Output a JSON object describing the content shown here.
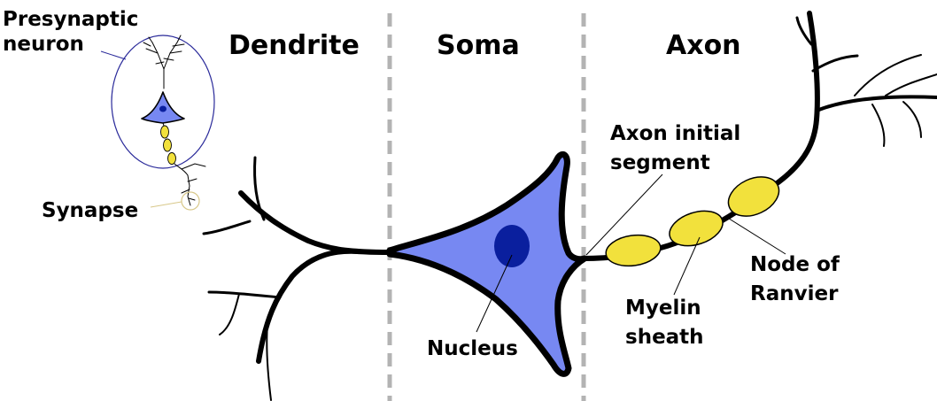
{
  "section_labels": {
    "dendrite": "Dendrite",
    "soma": "Soma",
    "axon": "Axon"
  },
  "callouts": {
    "presynaptic_line1": "Presynaptic",
    "presynaptic_line2": "neuron",
    "synapse": "Synapse",
    "axon_initial_line1": "Axon initial",
    "axon_initial_line2": "segment",
    "nucleus": "Nucleus",
    "myelin_line1": "Myelin",
    "myelin_line2": "sheath",
    "node_line1": "Node of",
    "node_line2": "Ranvier"
  },
  "colors": {
    "soma_fill": "#7788f2",
    "nucleus_fill": "#0a1f9e",
    "myelin_fill": "#f2e13c",
    "divider": "#b3b3b3",
    "presynaptic_circle": "#2a2a9a",
    "synapse_circle": "#d8c88a"
  }
}
